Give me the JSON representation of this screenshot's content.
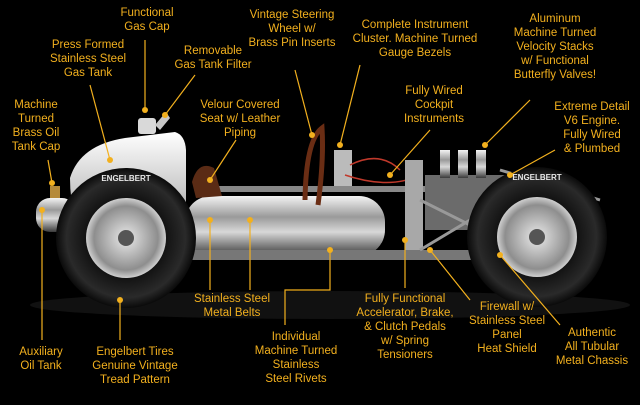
{
  "labels": {
    "gas_cap": "Functional\nGas Cap",
    "gas_tank": "Press Formed\nStainless Steel\nGas Tank",
    "gas_filter": "Removable\nGas Tank Filter",
    "oil_cap": "Machine\nTurned\nBrass Oil\nTank Cap",
    "steering": "Vintage Steering\nWheel w/\nBrass Pin Inserts",
    "instruments": "Complete Instrument\nCluster. Machine Turned\nGauge Bezels",
    "velocity_stacks": "Aluminum\nMachine Turned\nVelocity Stacks\nw/ Functional\nButterfly Valves!",
    "seat": "Velour Covered\nSeat w/ Leather\nPiping",
    "cockpit": "Fully Wired\nCockpit\nInstruments",
    "engine": "Extreme Detail\nV6 Engine.\nFully Wired\n& Plumbed",
    "belts": "Stainless Steel\nMetal Belts",
    "aux_oil": "Auxiliary\nOil Tank",
    "tires": "Engelbert Tires\nGenuine  Vintage\nTread Pattern",
    "rivets": "Individual\nMachine Turned\nStainless\nSteel Rivets",
    "pedals": "Fully Functional\nAccelerator, Brake,\n& Clutch Pedals\nw/ Spring\nTensioners",
    "firewall": "Firewall w/\nStainless Steel\nPanel\nHeat Shield",
    "chassis": "Authentic\nAll Tubular\nMetal Chassis"
  },
  "tire_brand": "ENGELBERT",
  "colors": {
    "label": "#f2b01e",
    "background": "#000000"
  }
}
